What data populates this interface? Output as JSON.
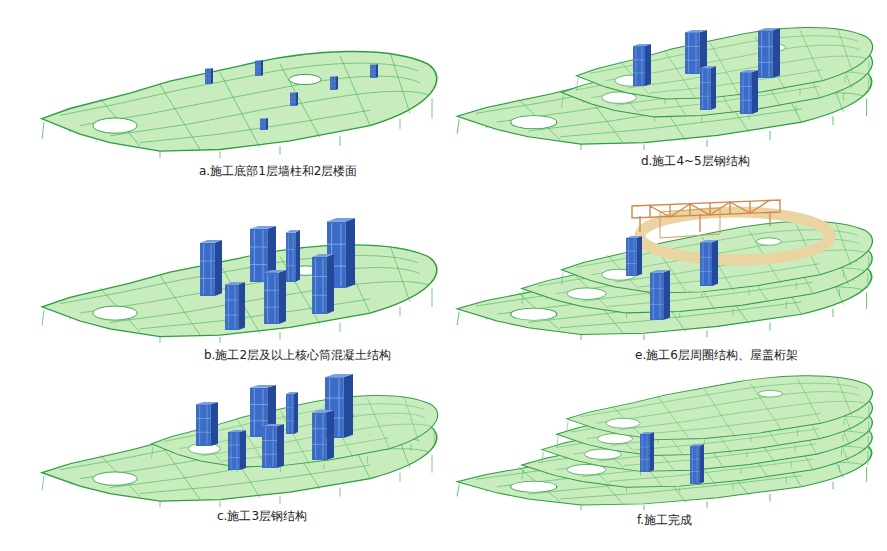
{
  "diagram": {
    "labels": [
      "a.施工底部1层墙柱和2层楼面",
      "b.施工2层及以上核心筒混凝土结构",
      "c.施工3层钢结构",
      "d.施工4~5层钢结构",
      "e.施工6层周圈结构、屋盖桁架",
      "f.施工完成"
    ]
  }
}
